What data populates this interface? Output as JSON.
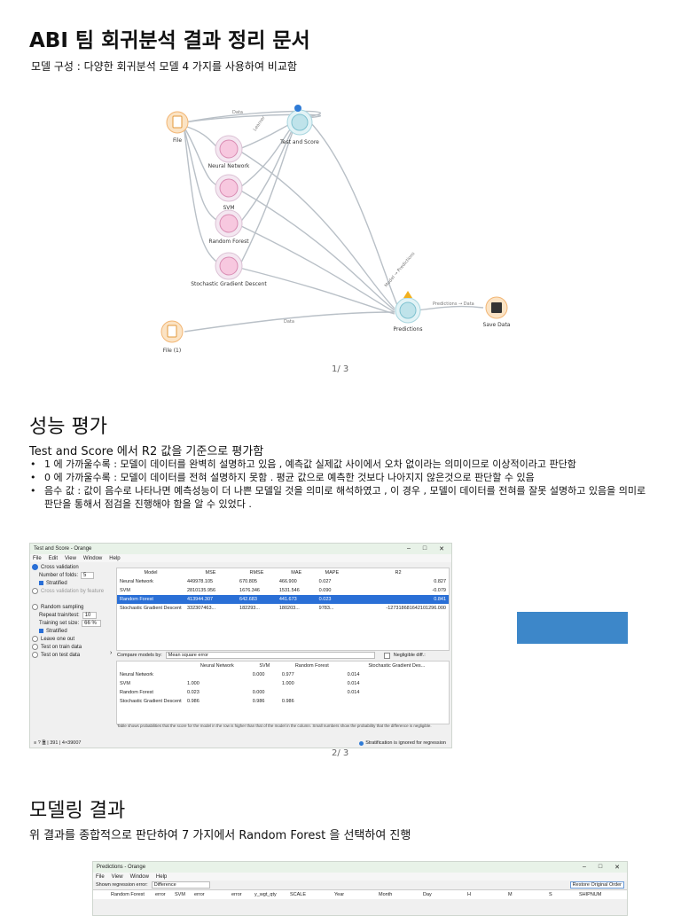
{
  "title": "ABI 팀 회귀분석 결과 정리 문서",
  "subtitle": "모델 구성 : 다양한 회귀분석 모델 4 가지를 사용하여 비교함",
  "fig1": {
    "nodes": {
      "file": "File",
      "file1": "File (1)",
      "nn": "Neural Network",
      "svm": "SVM",
      "rf": "Random Forest",
      "sgd": "Stochastic Gradient Descent",
      "ts": "Test and Score",
      "pred": "Predictions",
      "save": "Save Data"
    },
    "links": {
      "data": "Data",
      "learner": "Learner",
      "model_pred": "Model → Predictions",
      "pred_data": "Predictions → Data"
    },
    "page": "1/ 3"
  },
  "section2": {
    "heading": "성능 평가",
    "intro": "Test and Score 에서 R2 값을 기준으로 평가함",
    "bullets": [
      "1 에 가까울수록 : 모델이 데이터를 완벽히 설명하고 있음 , 예측값 실제값 사이에서 오차 없이라는 의미이므로 이상적이라고 판단함",
      "0 에 가까울수록 : 모델이 데이터를 전혀 설명하지 못함 . 평균 값으로 예측한 것보다 나아지지 않은것으로 판단할 수 있음",
      "음수 값 : 값이 음수로 나타나면 예측성능이 더 나쁜 모델일 것을 의미로 해석하였고 , 이 경우 , 모델이 데이터를 전혀를 잘못 설명하고 있음을 의미로 판단을 통해서 점검을 진행해야 함을 알 수 있었다 ."
    ],
    "page": "2/ 3"
  },
  "ts_window": {
    "title": "Test and Score - Orange",
    "menu": [
      "File",
      "Edit",
      "View",
      "Window",
      "Help"
    ],
    "options": {
      "cv": "Cross validation",
      "folds_label": "Number of folds:",
      "folds_value": "5",
      "stratified": "Stratified",
      "cv_feature": "Cross validation by feature",
      "random_sampling": "Random sampling",
      "repeat_label": "Repeat train/test:",
      "repeat_value": "10",
      "train_size_label": "Training set size:",
      "train_size_value": "66 %",
      "stratified2": "Stratified",
      "loo": "Leave one out",
      "train": "Test on train data",
      "test": "Test on test data"
    },
    "scores": {
      "headers": [
        "Model",
        "MSE",
        "RMSE",
        "MAE",
        "MAPE",
        "R2"
      ],
      "rows": [
        [
          "Neural Network",
          "449978.105",
          "670.805",
          "466.900",
          "0.027",
          "0.827"
        ],
        [
          "SVM",
          "2810135.956",
          "1676.346",
          "1531.546",
          "0.090",
          "-0.079"
        ],
        [
          "Random Forest",
          "413944.307",
          "642.683",
          "441.673",
          "0.023",
          "0.841"
        ],
        [
          "Stochastic Gradient Descent",
          "332307463...",
          "182293...",
          "180203...",
          "9783...",
          "-127318681642101296.000"
        ]
      ]
    },
    "compare_label": "Compare models by:",
    "compare_value": "Mean square error",
    "negligible": "Negligible diff.:",
    "cmp": {
      "headers": [
        "",
        "Neural Network",
        "SVM",
        "Random Forest",
        "Stochastic Gradient Des..."
      ],
      "rows": [
        [
          "Neural Network",
          "",
          "0.000",
          "0.977",
          "0.014"
        ],
        [
          "SVM",
          "1.000",
          "",
          "1.000",
          "0.014"
        ],
        [
          "Random Forest",
          "0.023",
          "0.000",
          "",
          "0.014"
        ],
        [
          "Stochastic Gradient Descent",
          "0.986",
          "0.986",
          "0.986",
          ""
        ]
      ]
    },
    "note": "Table shows probabilities that the score for the model in the row is higher than that of the model in the column. Small numbers show the probability that the difference is negligible.",
    "status": "Stratification is ignored for regression",
    "status_left": "≡ ? 🗎 | 391 | 4×39007"
  },
  "section3": {
    "heading": "모델링 결과",
    "intro": "위 결과를 종합적으로 판단하여 7 가지에서 Random Forest 을 선택하여 진행"
  },
  "pred_window": {
    "title": "Predictions - Orange",
    "menu": [
      "File",
      "View",
      "Window",
      "Help"
    ],
    "shown_label": "Shown regression error:",
    "shown_value": "Difference",
    "restore": "Restore Original Order",
    "cols": [
      "Random Forest",
      "error",
      "SVM",
      "error",
      "error",
      "y_wgt_qty",
      "SCALE",
      "Year",
      "Month",
      "Day",
      "H",
      "M",
      "S",
      "SHIPNUM"
    ]
  }
}
